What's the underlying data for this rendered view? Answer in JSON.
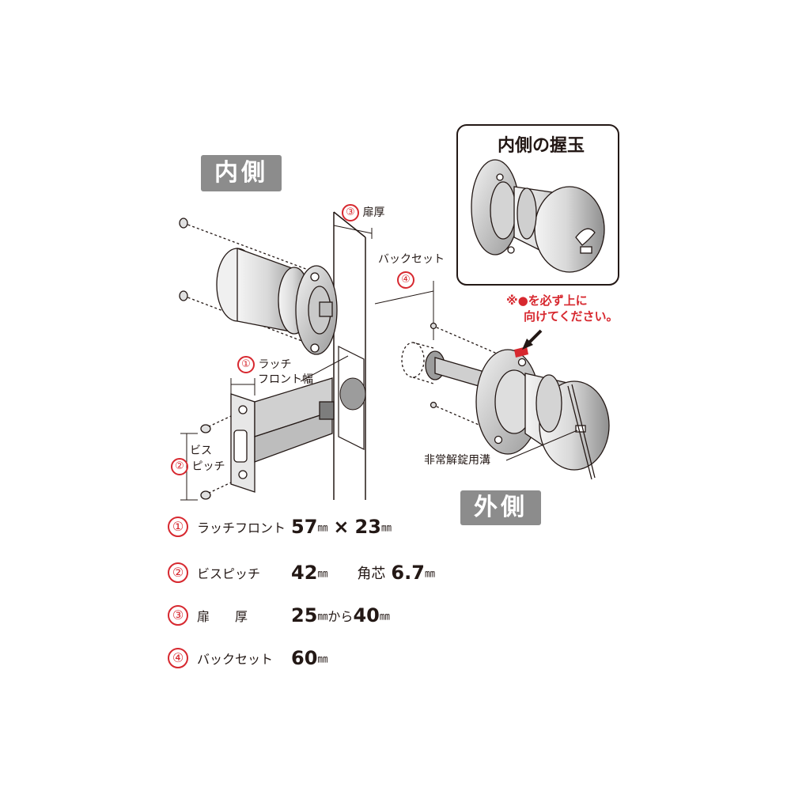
{
  "labels": {
    "inside": "内側",
    "outside": "外側",
    "inner_knob_title": "内側の握玉",
    "door_thickness": "扉厚",
    "backset": "バックセット",
    "latch_front_width_line1": "ラッチ",
    "latch_front_width_line2": "フロント幅",
    "screw_pitch_line1": "ビス",
    "screw_pitch_line2": "ピッチ",
    "emergency_groove": "非常解錠用溝",
    "note_line1": "※●を必ず上に",
    "note_line2": "向けてください。",
    "circle_1": "①",
    "circle_2": "②",
    "circle_3": "③",
    "circle_4": "④"
  },
  "specs": [
    {
      "num": "①",
      "name": "ラッチフロント",
      "value": "57",
      "unit1": "㎜",
      "sep": "×",
      "value2": "23",
      "unit2": "㎜"
    },
    {
      "num": "②",
      "name": "ビスピッチ",
      "value": "42",
      "unit1": "㎜",
      "extra_label": "角芯",
      "extra_value": "6.7",
      "extra_unit": "㎜"
    },
    {
      "num": "③",
      "name": "扉　　厚",
      "value": "25",
      "unit1": "㎜",
      "join": "から",
      "value2": "40",
      "unit2": "㎜"
    },
    {
      "num": "④",
      "name": "バックセット",
      "value": "60",
      "unit1": "㎜"
    }
  ],
  "colors": {
    "accent_red": "#d7282f",
    "badge_grey": "#8c8c8c",
    "line": "#231815",
    "metal_light": "#e6e6e6",
    "metal_mid": "#bdbdbd",
    "metal_dark": "#7d7d7d"
  }
}
